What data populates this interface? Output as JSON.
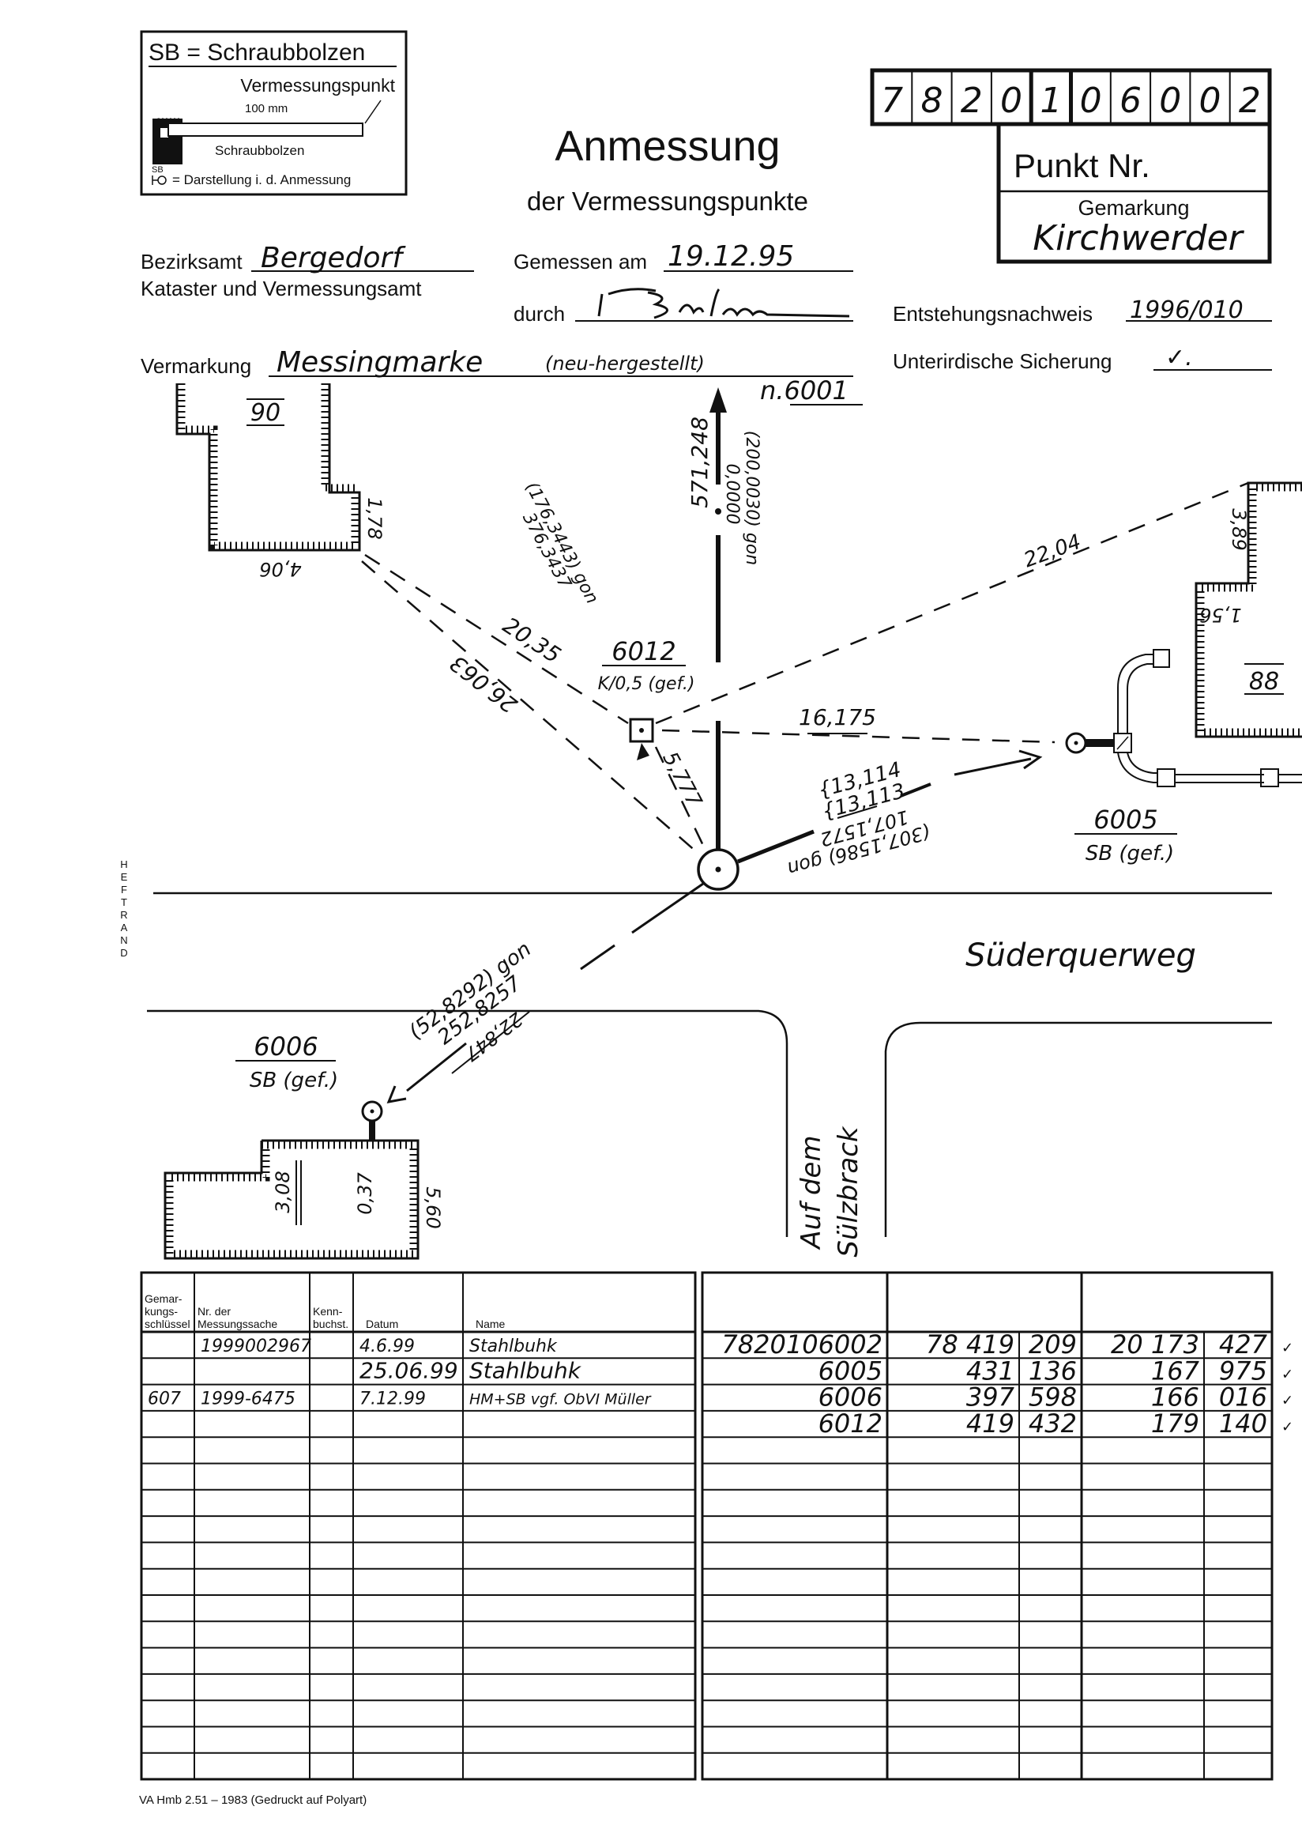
{
  "legend": {
    "title": "SB = Schraubbolzen",
    "point_label": "Vermessungspunkt",
    "size": "100 mm",
    "bolt_label": "Schraubbolzen",
    "symbol_abbr": "SB",
    "symbol_meaning": "= Darstellung i. d. Anmessung"
  },
  "header": {
    "title": "Anmessung",
    "subtitle": "der Vermessungspunkte"
  },
  "punkt": {
    "digits": [
      "7",
      "8",
      "2",
      "0",
      "1",
      "0",
      "6",
      "0",
      "0",
      "2"
    ],
    "label": "Punkt Nr.",
    "gemarkung_label": "Gemarkung",
    "gemarkung_value": "Kirchwerder"
  },
  "form": {
    "bezirksamt_label": "Bezirksamt",
    "bezirksamt_value": "Bergedorf",
    "kataster_label": "Kataster und Vermessungsamt",
    "gemessen_label": "Gemessen am",
    "gemessen_value": "19.12.95",
    "durch_label": "durch",
    "durch_signature": "signature",
    "entstehung_label": "Entstehungsnachweis",
    "entstehung_value": "1996/010",
    "vermarkung_label": "Vermarkung",
    "vermarkung_value": "Messingmarke",
    "vermarkung_note": "(neu-hergestellt)",
    "sicherung_label": "Unterirdische Sicherung",
    "sicherung_value": "✓."
  },
  "diagram": {
    "building_90": "90",
    "building_88": "88",
    "dim_178": "1,78",
    "dim_406": "4,06",
    "dim_389": "3,89",
    "dim_156": "1,56",
    "dim_308": "3,08",
    "dim_037": "0,37",
    "dim_560": "5,60",
    "north_label": "n.6001",
    "north_dist": "571,248",
    "north_angle": "0,0000",
    "north_angle_ref": "(200,0030) gon",
    "angle_6012_ref": "(176,3443) gon",
    "angle_6012": "376,3437",
    "dist_2035": "20,35",
    "dist_26063": "26,063",
    "dist_5777": "5,777",
    "dist_2204": "22,04",
    "dist_16175": "16,175",
    "p6012_label": "6012",
    "p6012_type": "K/0,5 (gef.)",
    "p6005_dist_a": "{13,114",
    "p6005_dist_b": "{13,113",
    "p6005_angle": "107,1572",
    "p6005_angle_ref": "(307,1586) gon",
    "p6005_label": "6005",
    "p6005_type": "SB (gef.)",
    "p6006_angle_ref": "(52,8292) gon",
    "p6006_angle": "252,8257",
    "p6006_dist": "22,847",
    "p6006_label": "6006",
    "p6006_type": "SB (gef.)",
    "street_1": "Süderquerweg",
    "street_2a": "Auf dem",
    "street_2b": "Sülzbrack"
  },
  "margin_label": "HEFTRAND",
  "table_left": {
    "headers": [
      "Gemar-\nkungs-\nschlüssel",
      "Nr. der\nMessungssache",
      "Kenn-\nbuchst.",
      "Datum",
      "Name"
    ],
    "header_lines": [
      [
        "Gemar-",
        "kungs-",
        "schlüssel"
      ],
      [
        "Nr. der",
        "Messungssache"
      ],
      [
        "Kenn-",
        "buchst."
      ],
      [
        "Datum"
      ],
      [
        "Name"
      ]
    ],
    "rows": [
      [
        "",
        "1999002967",
        "",
        "4.6.99",
        "Stahlbuhk"
      ],
      [
        "",
        "",
        "",
        "25.06.99",
        "Stahlbuhk"
      ],
      [
        "607",
        "1999-6475",
        "",
        "7.12.99",
        "HM+SB vgf. ObVI Müller"
      ]
    ]
  },
  "table_right": {
    "rows": [
      [
        "7820106002",
        "78 419",
        "209",
        "20 173",
        "427"
      ],
      [
        "6005",
        "431",
        "136",
        "167",
        "975"
      ],
      [
        "6006",
        "397",
        "598",
        "166",
        "016"
      ],
      [
        "6012",
        "419",
        "432",
        "179",
        "140"
      ]
    ],
    "checks": [
      "✓",
      "✓",
      "✓",
      "✓"
    ]
  },
  "footer": "VA Hmb 2.51 – 1983 (Gedruckt auf Polyart)"
}
